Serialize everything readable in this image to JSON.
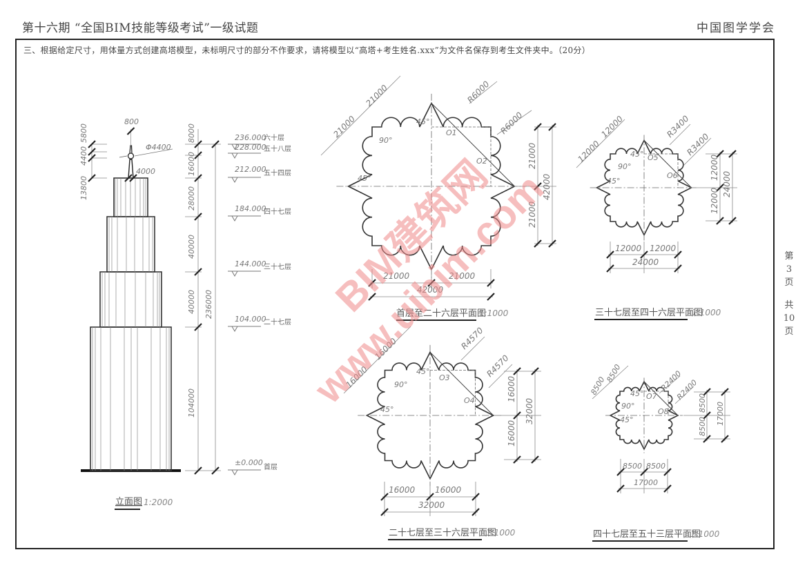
{
  "header": {
    "title": "第十六期 “全国BIM技能等级考试”一级试题",
    "organization": "中国图学学会"
  },
  "question": {
    "text": "三、根据给定尺寸，用体量方式创建高塔模型，未标明尺寸的部分不作要求，请将模型以“高塔+考生姓名.xxx”为文件名保存到考生文件夹中。（20分）"
  },
  "page_indicator": {
    "chars": [
      "第",
      "3",
      "页",
      "",
      "共",
      "10",
      "页"
    ]
  },
  "watermark": {
    "line1": "BIM建筑网",
    "line2": "www.uibim.com",
    "color": "#f08a8a"
  },
  "elevation": {
    "title": "立面图",
    "scale": "1:2000",
    "spire": {
      "top_width": "800",
      "ball_diameter": "Φ4400",
      "base_width": "4000",
      "heights": [
        "5800",
        "4400",
        "13800"
      ]
    },
    "segments": [
      "8000",
      "16000",
      "28000",
      "40000",
      "40000",
      "104000"
    ],
    "total": "236000",
    "levels": [
      {
        "elev": "236.000",
        "name": "六十层"
      },
      {
        "elev": "228.000",
        "name": "五十八层"
      },
      {
        "elev": "212.000",
        "name": "五十四层"
      },
      {
        "elev": "184.000",
        "name": "四十七层"
      },
      {
        "elev": "144.000",
        "name": "三十七层"
      },
      {
        "elev": "104.000",
        "name": "二十七层"
      },
      {
        "elev": "±0.000",
        "name": "首层"
      }
    ]
  },
  "plans": [
    {
      "title": "首层至二十六层平面图",
      "scale": "1:1000",
      "half": "21000",
      "total": "42000",
      "radius": "R6000",
      "centers": [
        "O1",
        "O2"
      ],
      "angles": [
        "45°",
        "90°",
        "45°"
      ]
    },
    {
      "title": "三十七层至四十六层平面图",
      "scale": "1:1000",
      "half": "12000",
      "total": "24000",
      "radius": "R3400",
      "centers": [
        "O5",
        "O6"
      ],
      "angles": [
        "45°",
        "90°",
        "45°"
      ]
    },
    {
      "title": "二十七层至三十六层平面图",
      "scale": "1:1000",
      "half": "16000",
      "total": "32000",
      "radius": "R4570",
      "centers": [
        "O3",
        "O4"
      ],
      "angles": [
        "45°",
        "90°",
        "45°"
      ]
    },
    {
      "title": "四十七层至五十三层平面图",
      "scale": "1:1000",
      "half": "8500",
      "total": "17000",
      "radius": "R2400",
      "centers": [
        "O7",
        "O8"
      ],
      "angles": [
        "45°",
        "90°",
        "45°"
      ]
    }
  ]
}
